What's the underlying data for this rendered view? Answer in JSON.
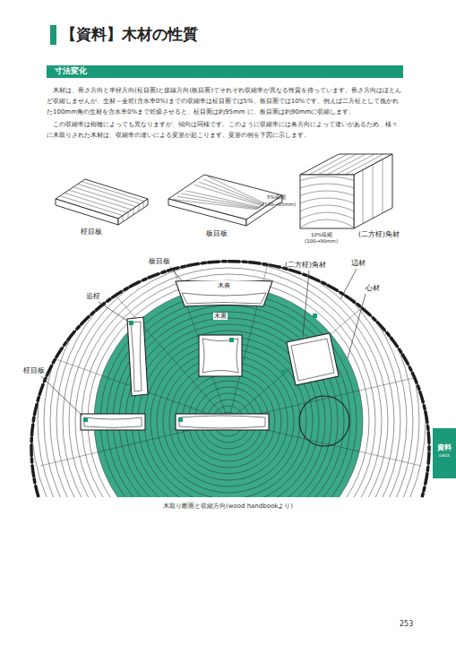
{
  "diagram": {
    "title": "【資料】木材の性質",
    "caption": "木取り断面と収縮方向(wood handbookより)",
    "nodes": [
      {
        "text": [
          "寸法変化"
        ]
      },
      {
        "text": [
          "木表"
        ]
      },
      {
        "text": [
          "資料",
          "DATA"
        ]
      }
    ],
    "labels": [
      "木材は、長さ方向と半径方向(柾目面)と接線方向(板目面)でそれぞれ収縮率が異なる性質を持っています。長さ方向はほとんど収縮しませんが、生材～全乾(含水率0%)までの収縮率は柾目面では5%、板目面では10%です。例えば二方柾として挽かれた100mm角の生材を含水率0%まで乾燥させると、柾目面は約95mm に、板目面は約90mmに収縮します。",
      "この収縮率は樹種によっても異なりますが、傾向は同様です。このように収縮率には各方向によって違いがあるため、様々に木取りされた木材は、収縮率の違いによる変形が起こります。変形の例を下図に示します。",
      "柾目板",
      "板目板",
      "5%収縮",
      "(100→95mm)",
      "10%収縮",
      "(100→90mm)",
      "(二方柾)角材",
      "板目板",
      "(二方柾)角材",
      "辺材",
      "心材",
      "追柾",
      "木裏",
      "柾目板",
      "253"
    ]
  }
}
